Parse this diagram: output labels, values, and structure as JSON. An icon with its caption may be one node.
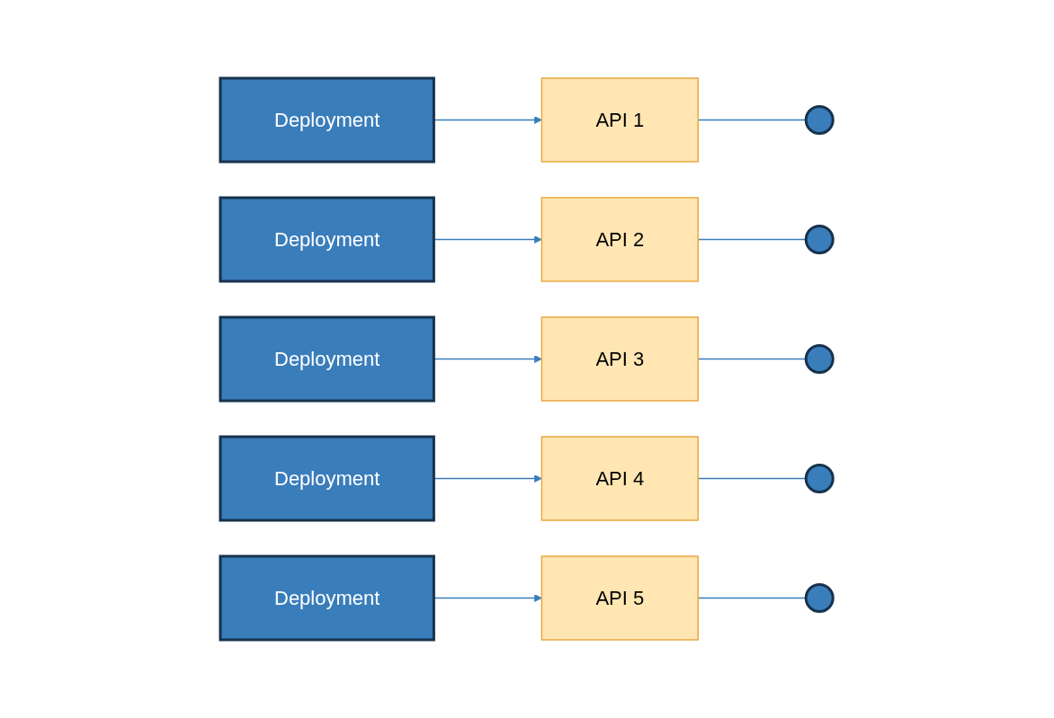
{
  "diagram": {
    "nodes": [
      {
        "text": [
          "Deployment"
        ]
      },
      {
        "text": [
          "API 1"
        ]
      },
      {
        "text": [],
        "shape": "circle"
      },
      {
        "text": [
          "Deployment"
        ]
      },
      {
        "text": [
          "API 2"
        ]
      },
      {
        "text": [],
        "shape": "circle"
      },
      {
        "text": [
          "Deployment"
        ]
      },
      {
        "text": [
          "API 3"
        ]
      },
      {
        "text": [],
        "shape": "circle"
      },
      {
        "text": [
          "Deployment"
        ]
      },
      {
        "text": [
          "API 4"
        ]
      },
      {
        "text": [],
        "shape": "circle"
      },
      {
        "text": [
          "Deployment"
        ]
      },
      {
        "text": [
          "API 5"
        ]
      },
      {
        "text": [],
        "shape": "circle"
      }
    ],
    "edges": [
      {
        "from": 0,
        "to": 1,
        "arrow": "to"
      },
      {
        "from": 1,
        "to": 2,
        "arrow": "none"
      },
      {
        "from": 3,
        "to": 4,
        "arrow": "to"
      },
      {
        "from": 4,
        "to": 5,
        "arrow": "none"
      },
      {
        "from": 6,
        "to": 7,
        "arrow": "to"
      },
      {
        "from": 7,
        "to": 8,
        "arrow": "none"
      },
      {
        "from": 9,
        "to": 10,
        "arrow": "to"
      },
      {
        "from": 10,
        "to": 11,
        "arrow": "none"
      },
      {
        "from": 12,
        "to": 13,
        "arrow": "to"
      },
      {
        "from": 13,
        "to": 14,
        "arrow": "none"
      }
    ]
  }
}
